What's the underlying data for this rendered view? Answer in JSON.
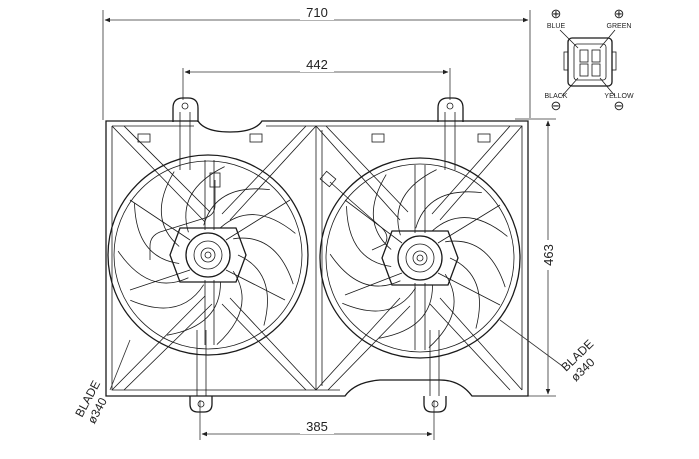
{
  "dimensions": {
    "overall_width": "710",
    "mount_spacing_top": "442",
    "mount_spacing_bottom": "385",
    "overall_height": "463"
  },
  "blade_labels": {
    "left_line1": "BLADE",
    "left_line2": "ø340",
    "right_line1": "BLADE",
    "right_line2": "ø340"
  },
  "connector": {
    "plus_symbol": "⊕",
    "minus_symbol": "⊖",
    "wire_blue": "BLUE",
    "wire_green": "GREEN",
    "wire_black": "BLACK",
    "wire_yellow": "YELLOW"
  }
}
